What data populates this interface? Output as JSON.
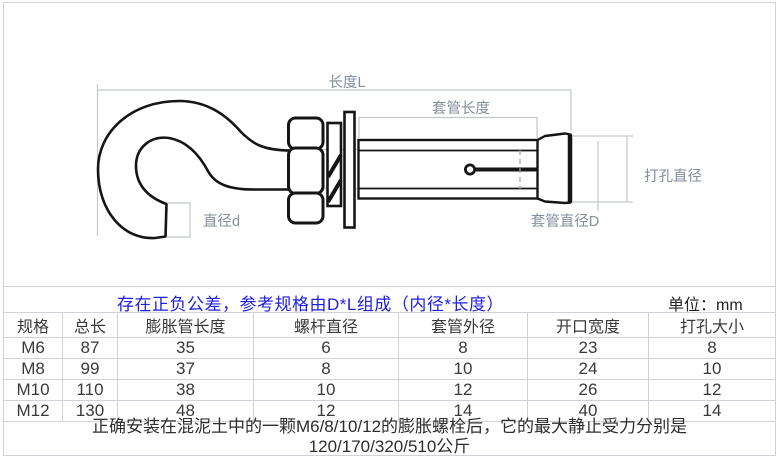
{
  "note": {
    "tolerance": "存在正负公差，参考规格由D*L组成（内径*长度）",
    "unit": "单位：mm"
  },
  "diagram": {
    "labels": {
      "length_L": "长度L",
      "sleeve_length": "套管长度",
      "drill_diameter": "打孔直径",
      "sleeve_diameter_D": "套管直径D",
      "diameter_d": "直径d"
    }
  },
  "table": {
    "headers": [
      "规格",
      "总长",
      "膨胀管长度",
      "螺杆直径",
      "套管外径",
      "开口宽度",
      "打孔大小"
    ],
    "rows": [
      [
        "M6",
        "87",
        "35",
        "6",
        "8",
        "23",
        "8"
      ],
      [
        "M8",
        "99",
        "37",
        "8",
        "10",
        "24",
        "10"
      ],
      [
        "M10",
        "110",
        "38",
        "10",
        "12",
        "26",
        "12"
      ],
      [
        "M12",
        "130",
        "48",
        "12",
        "14",
        "40",
        "14"
      ]
    ]
  },
  "footer": {
    "line1": "正确安装在混泥土中的一颗M6/8/10/12的膨胀螺栓后，它的最大静止受力分别是",
    "line2": "120/170/320/510公斤"
  },
  "colors": {
    "note_blue": "#1e1ee0",
    "grid_gray": "#cfd3d9",
    "dim_gray": "#c2c7ce",
    "dim_label_gray": "#858e9a",
    "draw_black": "#151515",
    "text_dark": "#3a3a3a"
  }
}
